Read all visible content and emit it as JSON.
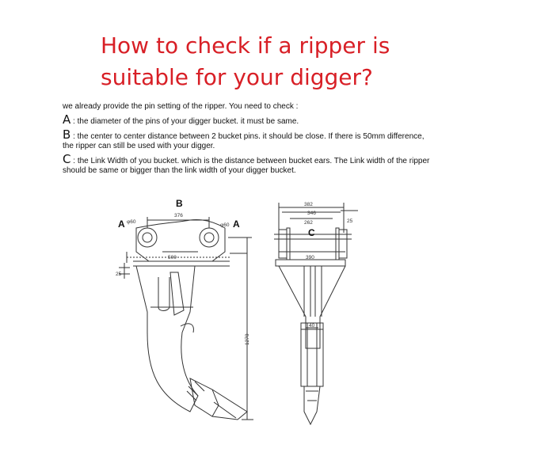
{
  "title": {
    "line1": "How to check if a ripper is",
    "line2": "suitable for your digger?"
  },
  "intro": "we already provide the pin setting of the ripper. You need to check :",
  "checks": [
    {
      "letter": "A",
      "text": ": the diameter of the pins of your digger bucket. it must be same."
    },
    {
      "letter": "B",
      "text": ":  the center to center distance between 2 bucket pins. it should be close. If there is 50mm difference, the ripper can still be used with your digger."
    },
    {
      "letter": "C",
      "text": ":  the Link Width of you bucket. which is the distance between bucket ears.  The Link width of the ripper should be same or bigger than the link width of your digger bucket."
    }
  ],
  "drawing": {
    "labels": {
      "a_left": "A",
      "a_right": "A",
      "b": "B",
      "c": "C"
    },
    "dims": {
      "pin_left": "φ60",
      "pin_right": "φ60",
      "pin_distance": "376",
      "width_500": "500",
      "thick_25": "25",
      "height": "1270",
      "w382": "382",
      "w346": "346",
      "w262": "262",
      "w25": "25",
      "w390": "390",
      "w40": "40"
    },
    "colors": {
      "line": "#333333",
      "title": "#d81f26"
    }
  }
}
